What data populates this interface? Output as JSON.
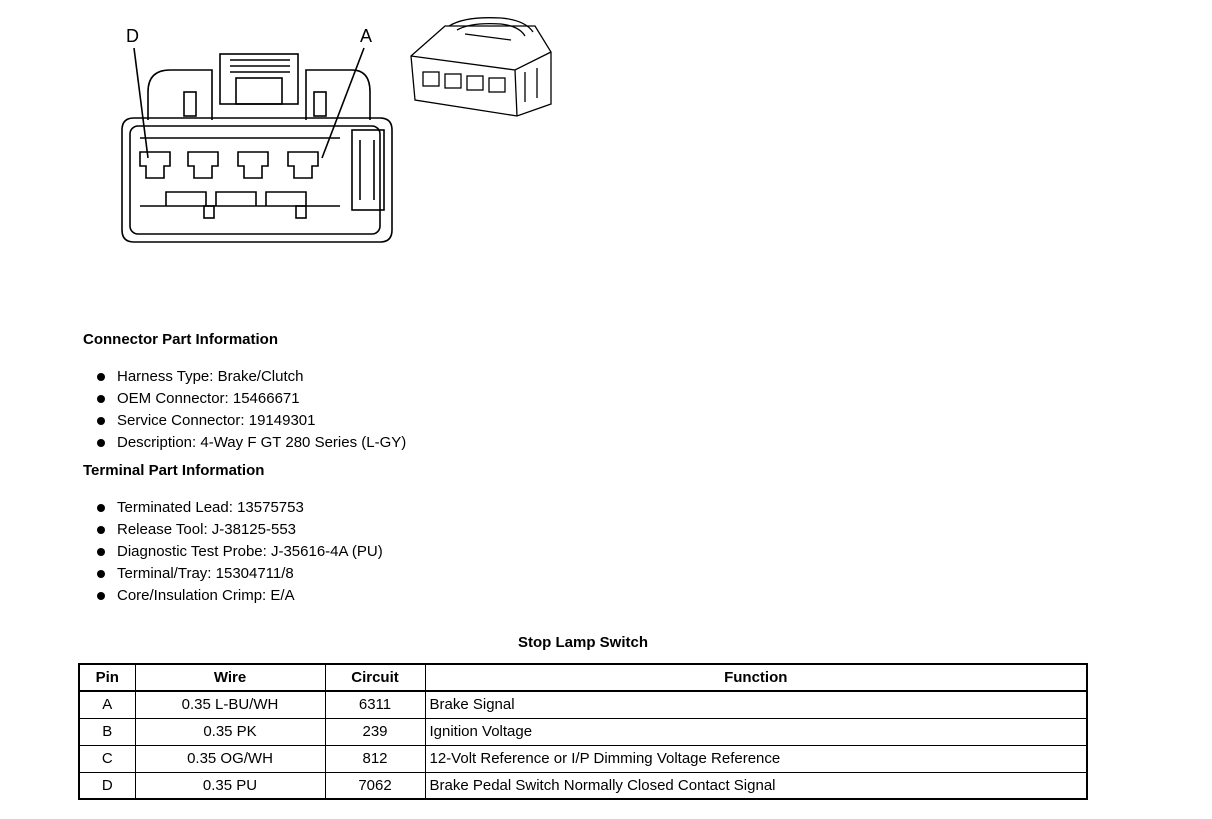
{
  "diagram": {
    "label_d": "D",
    "label_a": "A"
  },
  "connector_info": {
    "title": "Connector Part Information",
    "items": [
      "Harness Type: Brake/Clutch",
      "OEM Connector: 15466671",
      "Service Connector: 19149301",
      "Description: 4-Way F GT 280 Series (L-GY)"
    ]
  },
  "terminal_info": {
    "title": "Terminal Part Information",
    "items": [
      "Terminated Lead: 13575753",
      "Release Tool: J-38125-553",
      "Diagnostic Test Probe: J-35616-4A (PU)",
      "Terminal/Tray: 15304711/8",
      "Core/Insulation Crimp: E/A"
    ]
  },
  "table": {
    "title": "Stop Lamp Switch",
    "headers": [
      "Pin",
      "Wire",
      "Circuit",
      "Function"
    ],
    "rows": [
      [
        "A",
        "0.35 L-BU/WH",
        "6311",
        "Brake Signal"
      ],
      [
        "B",
        "0.35 PK",
        "239",
        "Ignition Voltage"
      ],
      [
        "C",
        "0.35 OG/WH",
        "812",
        "12-Volt Reference or I/P Dimming Voltage Reference"
      ],
      [
        "D",
        "0.35 PU",
        "7062",
        "Brake Pedal Switch Normally Closed Contact Signal"
      ]
    ]
  }
}
